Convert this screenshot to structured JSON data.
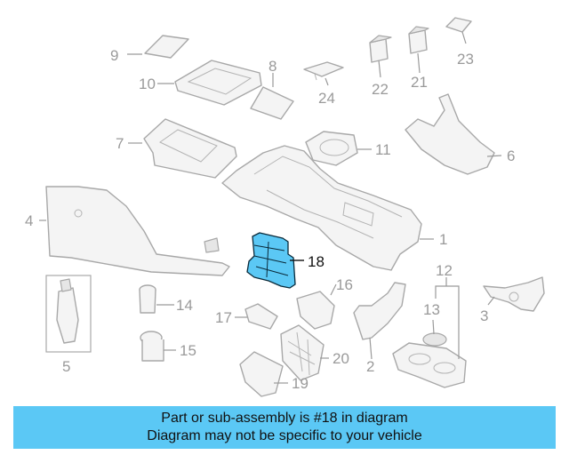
{
  "diagram": {
    "highlight_color": "#5bc8f5",
    "highlighted_part": "18",
    "callouts": [
      {
        "id": "c1",
        "label": "1"
      },
      {
        "id": "c2",
        "label": "2"
      },
      {
        "id": "c3",
        "label": "3"
      },
      {
        "id": "c4",
        "label": "4"
      },
      {
        "id": "c5",
        "label": "5"
      },
      {
        "id": "c6",
        "label": "6"
      },
      {
        "id": "c7",
        "label": "7"
      },
      {
        "id": "c8",
        "label": "8"
      },
      {
        "id": "c9",
        "label": "9"
      },
      {
        "id": "c10",
        "label": "10"
      },
      {
        "id": "c11",
        "label": "11"
      },
      {
        "id": "c12",
        "label": "12"
      },
      {
        "id": "c13",
        "label": "13"
      },
      {
        "id": "c14",
        "label": "14"
      },
      {
        "id": "c15",
        "label": "15"
      },
      {
        "id": "c16",
        "label": "16"
      },
      {
        "id": "c17",
        "label": "17"
      },
      {
        "id": "c18",
        "label": "18"
      },
      {
        "id": "c19",
        "label": "19"
      },
      {
        "id": "c20",
        "label": "20"
      },
      {
        "id": "c21",
        "label": "21"
      },
      {
        "id": "c22",
        "label": "22"
      },
      {
        "id": "c23",
        "label": "23"
      },
      {
        "id": "c24",
        "label": "24"
      }
    ]
  },
  "banner": {
    "line1": "Part or sub-assembly is #18 in diagram",
    "line2": "Diagram may not be specific to your vehicle",
    "background": "#5bc8f5"
  }
}
